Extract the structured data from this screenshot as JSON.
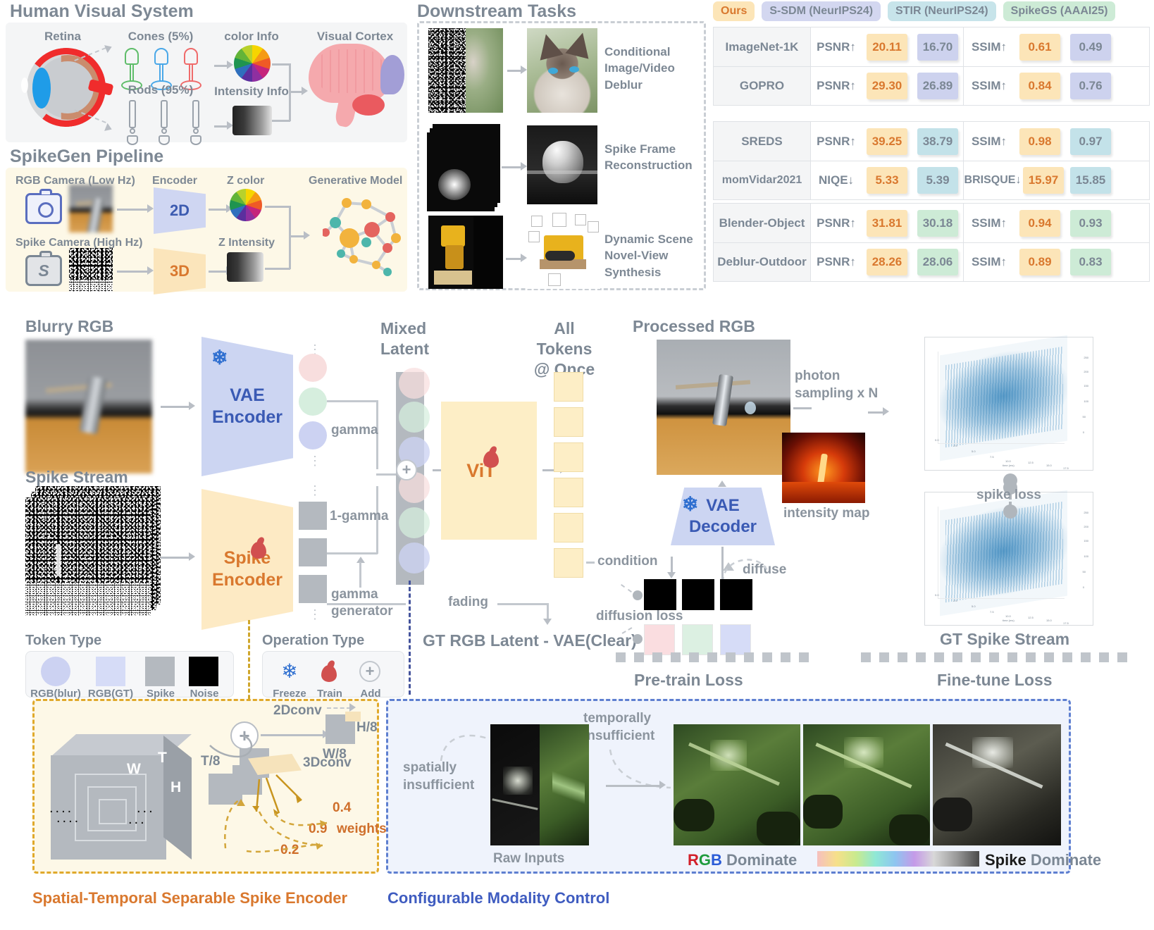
{
  "panels": {
    "hvs": {
      "title": "Human Visual System",
      "retina": "Retina",
      "cones": "Cones (5%)",
      "rods": "Rods (95%)",
      "color_info": "color Info",
      "intensity_info": "Intensity Info",
      "visual_cortex": "Visual Cortex"
    },
    "spikegen": {
      "title": "SpikeGen Pipeline",
      "rgb_camera": "RGB Camera (Low Hz)",
      "spike_camera": "Spike Camera (High Hz)",
      "encoder": "Encoder",
      "encoder_2d": "2D",
      "encoder_3d": "3D",
      "z_color": "Z color",
      "z_intensity": "Z Intensity",
      "generative_model": "Generative Model"
    },
    "downstream": {
      "title": "Downstream Tasks",
      "tasks": [
        "Conditional Image/Video Deblur",
        "Spike Frame Reconstruction",
        "Dynamic Scene Novel-View Synthesis"
      ]
    }
  },
  "table": {
    "legend": [
      {
        "label": "Ours",
        "bg": "#fce5b8",
        "fg": "#d9782e"
      },
      {
        "label": "S-SDM (NeurIPS24)",
        "bg": "#d3d7f0",
        "fg": "#7b8794"
      },
      {
        "label": "STIR (NeurIPS24)",
        "bg": "#c7e4ea",
        "fg": "#7b8794"
      },
      {
        "label": "SpikeGS (AAAI25)",
        "bg": "#cdebd6",
        "fg": "#7b8794"
      }
    ],
    "groups": [
      {
        "baseline_bg": "#cdd2ee",
        "rows": [
          {
            "dataset": "ImageNet-1K",
            "m1": "PSNR↑",
            "ours1": "20.11",
            "base1": "16.70",
            "m2": "SSIM↑",
            "ours2": "0.61",
            "base2": "0.49"
          },
          {
            "dataset": "GOPRO",
            "m1": "PSNR↑",
            "ours1": "29.30",
            "base1": "26.89",
            "m2": "SSIM↑",
            "ours2": "0.84",
            "base2": "0.76"
          }
        ]
      },
      {
        "baseline_bg": "#c3e2e9",
        "rows": [
          {
            "dataset": "SREDS",
            "m1": "PSNR↑",
            "ours1": "39.25",
            "base1": "38.79",
            "m2": "SSIM↑",
            "ours2": "0.98",
            "base2": "0.97"
          },
          {
            "dataset": "momVidar2021",
            "m1": "NIQE↓",
            "ours1": "5.33",
            "base1": "5.39",
            "m2": "BRISQUE↓",
            "ours2": "15.97",
            "base2": "15.85"
          }
        ]
      },
      {
        "baseline_bg": "#cdebd6",
        "rows": [
          {
            "dataset": "Blender-Object",
            "m1": "PSNR↑",
            "ours1": "31.81",
            "base1": "30.18",
            "m2": "SSIM↑",
            "ours2": "0.94",
            "base2": "0.93"
          },
          {
            "dataset": "Deblur-Outdoor",
            "m1": "PSNR↑",
            "ours1": "28.26",
            "base1": "28.06",
            "m2": "SSIM↑",
            "ours2": "0.89",
            "base2": "0.83"
          }
        ]
      }
    ],
    "ours_bg": "#fce5b8",
    "ours_fg": "#d9782e"
  },
  "pipeline": {
    "blurry_rgb": "Blurry RGB",
    "spike_stream": "Spike Stream",
    "vae_encoder_l1": "VAE",
    "vae_encoder_l2": "Encoder",
    "spike_encoder_l1": "Spike",
    "spike_encoder_l2": "Encoder",
    "gamma": "gamma",
    "one_minus_gamma": "1-gamma",
    "gamma_generator_l1": "gamma",
    "gamma_generator_l2": "generator",
    "mixed_latent_l1": "Mixed",
    "mixed_latent_l2": "Latent",
    "all_tokens_l1": "All Tokens",
    "all_tokens_l2": "@ Once",
    "vit": "ViT",
    "condition": "condition",
    "fading": "fading",
    "gt_rgb_latent": "GT RGB Latent - VAE(Clear)",
    "processed_rgb": "Processed RGB",
    "vae_decoder_l1": "VAE",
    "vae_decoder_l2": "Decoder",
    "diffuse": "diffuse",
    "diffusion_loss": "diffusion loss",
    "photon_sampling_l1": "photon",
    "photon_sampling_l2": "sampling x N",
    "intensity_map": "intensity map",
    "spike_loss": "spike loss",
    "gt_spike_stream": "GT Spike Stream",
    "pretrain_loss": "Pre-train Loss",
    "finetune_loss": "Fine-tune Loss"
  },
  "legends": {
    "token_type_title": "Token Type",
    "token_items": [
      {
        "label": "RGB(blur)",
        "color": "#ccd2f2",
        "shape": "circle"
      },
      {
        "label": "RGB(GT)",
        "color": "#d6dcf7",
        "shape": "square"
      },
      {
        "label": "Spike",
        "color": "#b4b9bf",
        "shape": "square"
      },
      {
        "label": "Noise",
        "color": "#000000",
        "shape": "square"
      }
    ],
    "operation_type_title": "Operation Type",
    "operation_items": [
      {
        "label": "Freeze",
        "icon": "snowflake-icon"
      },
      {
        "label": "Train",
        "icon": "flame-icon"
      },
      {
        "label": "Add",
        "icon": "plus-circle-icon"
      }
    ]
  },
  "subpanels": {
    "stsse": {
      "caption": "Spatial-Temporal Separable Spike Encoder",
      "w": "W",
      "t": "T",
      "h": "H",
      "t_over_8": "T/8",
      "h_over_8": "H/8",
      "w_over_8": "W/8",
      "conv2d": "2Dconv",
      "conv3d": "3Dconv",
      "weights_label": "weights",
      "weights": [
        "0.4",
        "0.9",
        "0.2"
      ],
      "ellipsis": "...."
    },
    "cmc": {
      "caption": "Configurable Modality Control",
      "spatially_insufficient": "spatially insufficient",
      "temporally_insufficient": "temporally insufficient",
      "raw_inputs": "Raw Inputs",
      "rgb_dominate_r": "R",
      "rgb_dominate_g": "G",
      "rgb_dominate_b": "B",
      "rgb_dominate_rest": " Dominate",
      "spike_dominate_bold": "Spike",
      "spike_dominate_rest": " Dominate"
    }
  }
}
